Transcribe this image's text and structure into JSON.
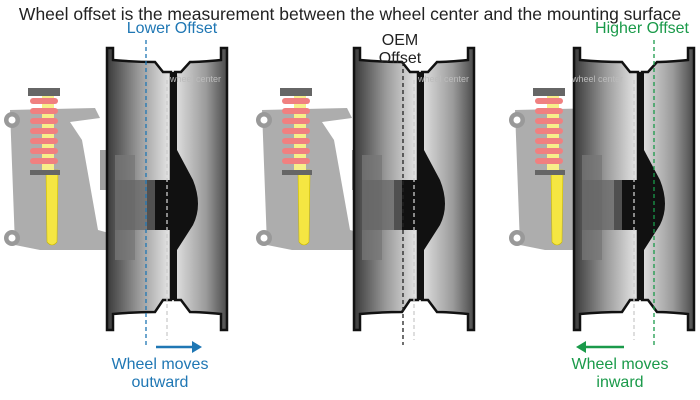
{
  "title": "Wheel offset is the measurement between the wheel center and the mounting surface",
  "panels": [
    {
      "label": "Lower Offset",
      "note": "Wheel moves outward",
      "note_line1": "Wheel moves",
      "note_line2": "outward",
      "center_label": "wheel center",
      "color": "#1f77b4"
    },
    {
      "label_line1": "OEM",
      "label_line2": "Offset",
      "center_label": "wheel center",
      "color": "#222222"
    },
    {
      "label": "Higher Offset",
      "note_line1": "Wheel moves",
      "note_line2": "inward",
      "center_label": "wheel center",
      "color": "#1a9a4a"
    }
  ]
}
